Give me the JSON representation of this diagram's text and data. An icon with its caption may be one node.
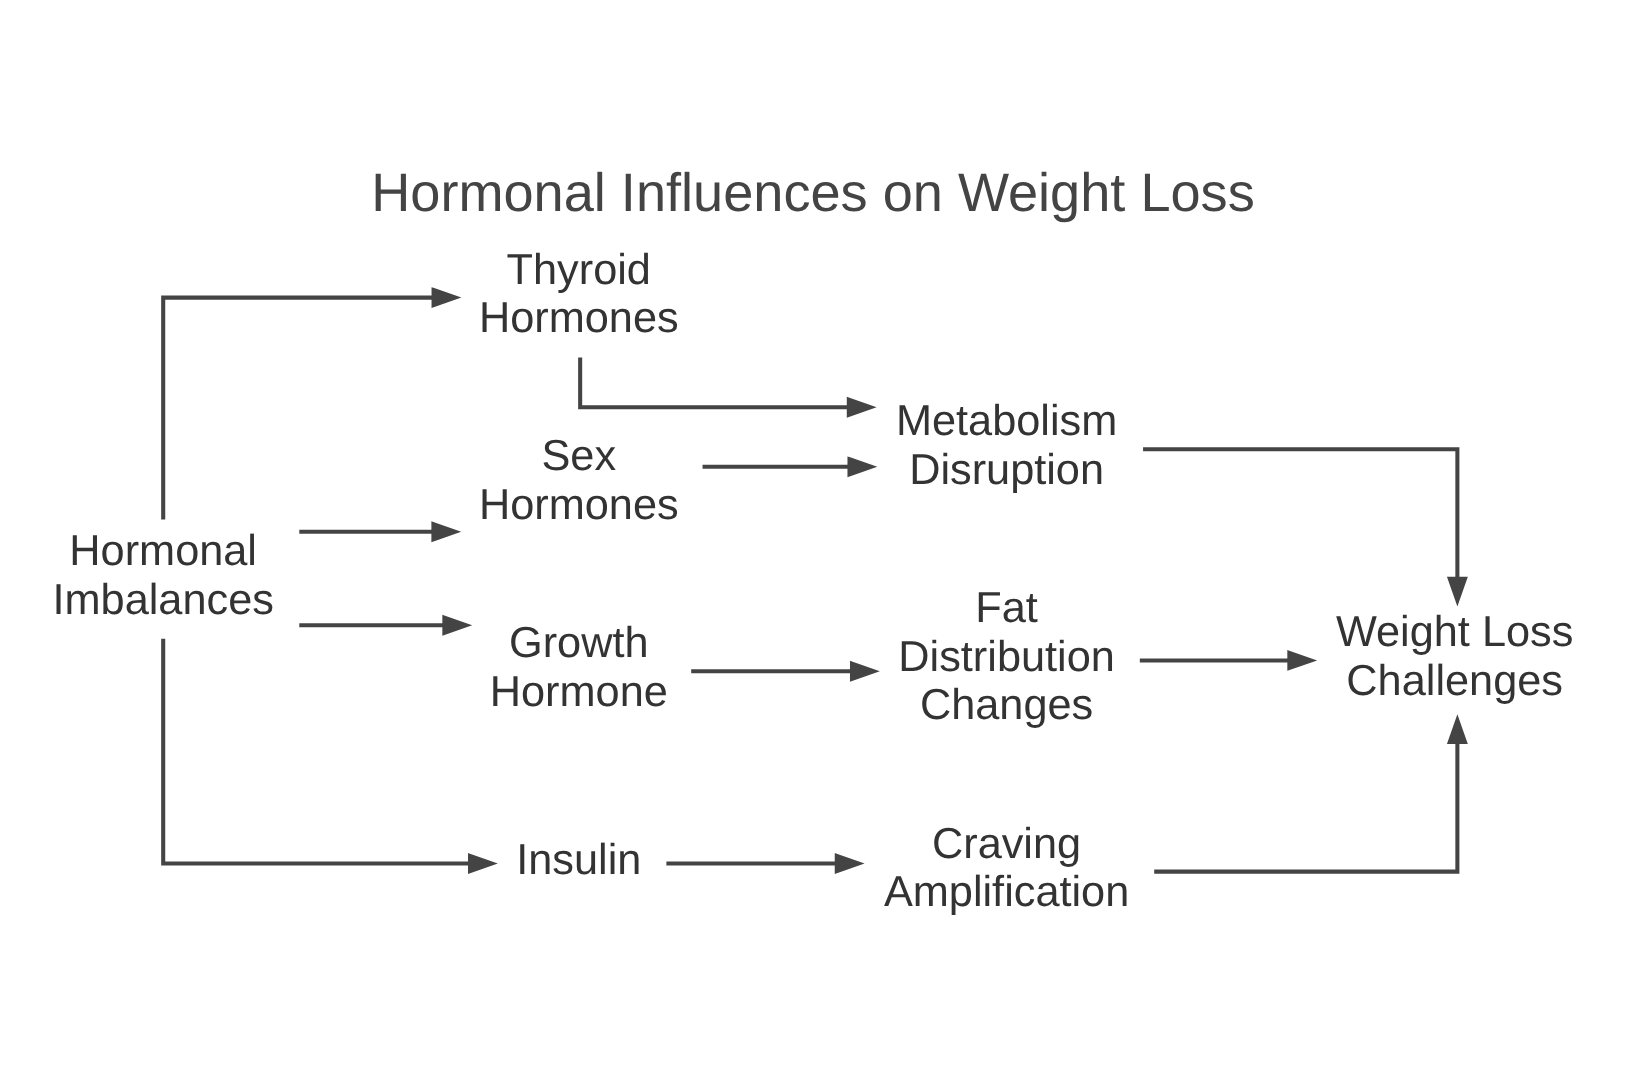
{
  "diagram": {
    "title": "Hormonal Influences on Weight Loss",
    "nodes": [
      {
        "text": [
          "Hormonal Imbalances"
        ]
      },
      {
        "text": [
          "Thyroid Hormones"
        ]
      },
      {
        "text": [
          "Sex Hormones"
        ]
      },
      {
        "text": [
          "Growth Hormone"
        ]
      },
      {
        "text": [
          "Insulin"
        ]
      },
      {
        "text": [
          "Metabolism Disruption"
        ]
      },
      {
        "text": [
          "Fat Distribution Changes"
        ]
      },
      {
        "text": [
          "Craving Amplification"
        ]
      },
      {
        "text": [
          "Weight Loss Challenges"
        ]
      }
    ],
    "edges": [
      {
        "from": 0,
        "to": 1,
        "arrow": "to"
      },
      {
        "from": 0,
        "to": 2,
        "arrow": "to"
      },
      {
        "from": 0,
        "to": 3,
        "arrow": "to"
      },
      {
        "from": 0,
        "to": 4,
        "arrow": "to"
      },
      {
        "from": 1,
        "to": 5,
        "arrow": "to"
      },
      {
        "from": 2,
        "to": 5,
        "arrow": "to"
      },
      {
        "from": 3,
        "to": 6,
        "arrow": "to"
      },
      {
        "from": 4,
        "to": 7,
        "arrow": "to"
      },
      {
        "from": 5,
        "to": 8,
        "arrow": "to"
      },
      {
        "from": 6,
        "to": 8,
        "arrow": "to"
      },
      {
        "from": 7,
        "to": 8,
        "arrow": "to"
      }
    ]
  }
}
